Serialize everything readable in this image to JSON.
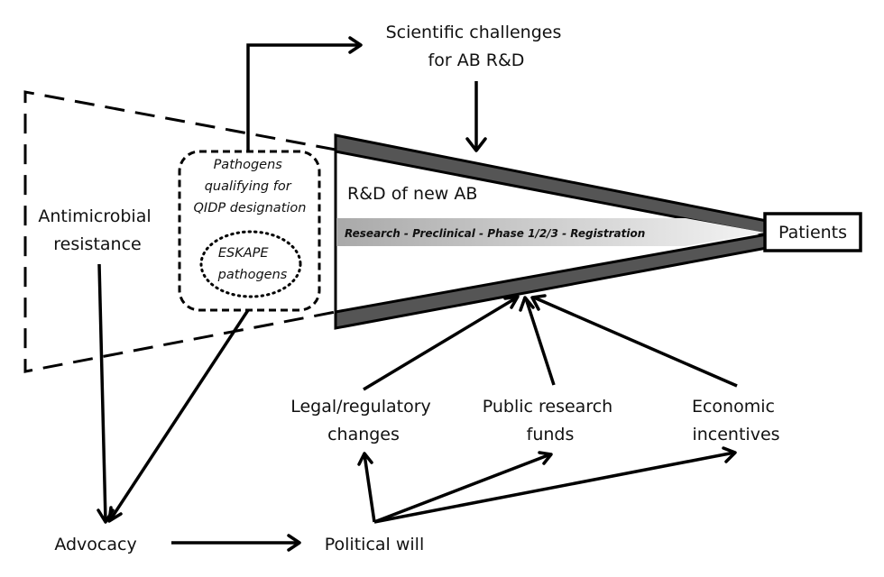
{
  "diagram": {
    "nodes": {
      "scientific_challenges": [
        "Scientific challenges",
        "for AB R&D"
      ],
      "antimicrobial_resistance": [
        "Antimicrobial",
        "resistance"
      ],
      "pathogens_qidp": [
        "Pathogens",
        "qualifying for",
        "QIDP designation"
      ],
      "eskape": [
        "ESKAPE",
        "pathogens"
      ],
      "rd_new_ab": "R&D of new AB",
      "pipeline_stages": "Research - Preclinical - Phase 1/2/3 - Registration",
      "patients": "Patients",
      "legal_regulatory": [
        "Legal/regulatory",
        "changes"
      ],
      "public_research_funds": [
        "Public research",
        "funds"
      ],
      "economic_incentives": [
        "Economic",
        "incentives"
      ],
      "advocacy": "Advocacy",
      "political_will": "Political will"
    },
    "edges": [
      {
        "from": "pathogens_qidp",
        "to": "scientific_challenges"
      },
      {
        "from": "scientific_challenges",
        "to": "rd_new_ab"
      },
      {
        "from": "antimicrobial_resistance",
        "to": "advocacy"
      },
      {
        "from": "pathogens_qidp",
        "to": "advocacy"
      },
      {
        "from": "advocacy",
        "to": "political_will"
      },
      {
        "from": "political_will",
        "to": "legal_regulatory"
      },
      {
        "from": "political_will",
        "to": "public_research_funds"
      },
      {
        "from": "political_will",
        "to": "economic_incentives"
      },
      {
        "from": "legal_regulatory",
        "to": "rd_new_ab"
      },
      {
        "from": "public_research_funds",
        "to": "rd_new_ab"
      },
      {
        "from": "economic_incentives",
        "to": "rd_new_ab"
      },
      {
        "from": "rd_new_ab",
        "to": "patients"
      }
    ],
    "colors": {
      "funnel_band": "#555555",
      "stage_bar_start": "#a9a9a9",
      "stage_bar_end": "#f2f2f2",
      "line": "#000000"
    }
  }
}
